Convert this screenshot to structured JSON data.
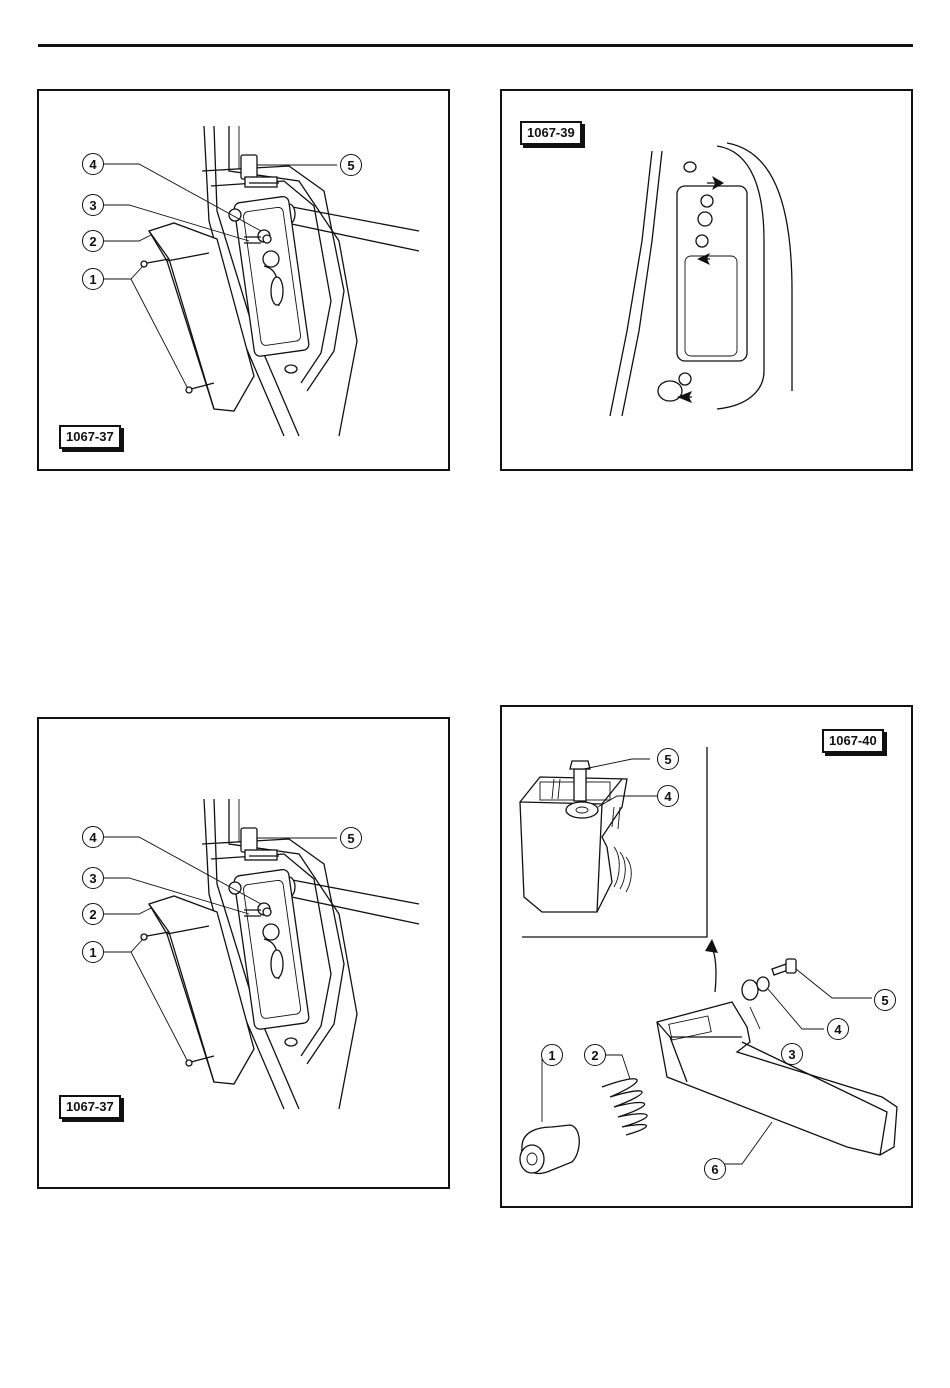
{
  "figures": [
    {
      "label": "1067-37",
      "callouts": [
        "1",
        "2",
        "3",
        "4",
        "5"
      ]
    },
    {
      "label": "1067-39"
    },
    {
      "label": "1067-37",
      "callouts": [
        "1",
        "2",
        "3",
        "4",
        "5"
      ]
    },
    {
      "label": "1067-40",
      "callouts": [
        "1",
        "2",
        "3",
        "4",
        "5",
        "6"
      ],
      "inset_callouts": [
        "5",
        "4"
      ]
    }
  ]
}
